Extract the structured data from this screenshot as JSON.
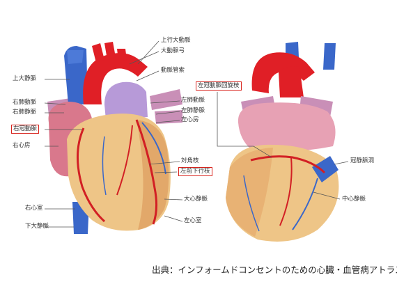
{
  "figure": {
    "left_heart_labels": {
      "ascending_aorta": "上行大動脈",
      "aortic_arch": "大動脈弓",
      "ligamentum_arteriosum": "動脈管索",
      "superior_vena_cava": "上大静脈",
      "right_pulmonary_artery": "右肺動脈",
      "right_pulmonary_vein": "右肺静脈",
      "right_coronary_artery": "右冠動脈",
      "right_atrium": "右心房",
      "left_pulmonary_artery": "左肺動脈",
      "left_pulmonary_vein": "左肺静脈",
      "left_atrium": "左心房",
      "diagonal_branch": "対角枝",
      "lad": "左前下行枝",
      "great_cardiac_vein": "大心静脈",
      "right_ventricle": "右心室",
      "left_ventricle": "左心室",
      "inferior_vena_cava": "下大静脈"
    },
    "right_heart_labels": {
      "circumflex": "左冠動脈回旋枝",
      "coronary_sinus": "冠静脈洞",
      "middle_cardiac_vein": "中心静脈"
    },
    "highlight_color": "#d8231c"
  },
  "credit": "出典：インフォームドコンセントのための心臓・血管病アトラス"
}
